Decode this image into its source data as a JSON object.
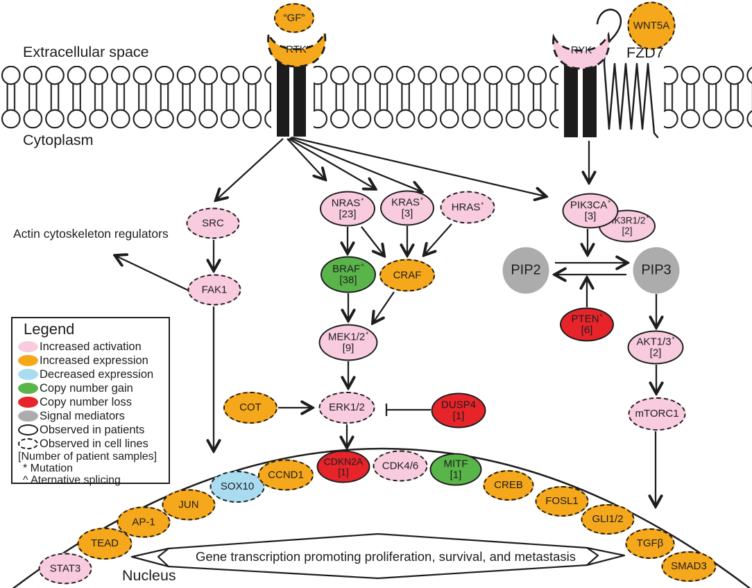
{
  "labels": {
    "extracellular": "Extracellular space",
    "cytoplasm": "Cytoplasm",
    "nucleus": "Nucleus",
    "actin": "Actin cytoskeleton regulators",
    "banner": "Gene transcription promoting proliferation, survival, and metastasis"
  },
  "receptors": {
    "gf": {
      "label": "“GF”",
      "status": "increased-expression",
      "evidence": "cell-lines"
    },
    "rtk": {
      "label": "“RTK”",
      "status": "increased-expression",
      "evidence": "cell-lines"
    },
    "wnt5a": {
      "label": "WNT5A",
      "status": "increased-expression",
      "evidence": "cell-lines"
    },
    "ryk": {
      "label": "RYK",
      "status": "increased-activation",
      "evidence": "cell-lines"
    },
    "fzd7": {
      "label": "FZD7"
    }
  },
  "nodes": {
    "src": {
      "label": "SRC",
      "status": "increased-activation",
      "evidence": "cell-lines"
    },
    "fak1": {
      "label": "FAK1",
      "status": "increased-activation",
      "evidence": "cell-lines"
    },
    "nras": {
      "label": "NRAS",
      "sup": "*",
      "sub": "[23]",
      "status": "increased-activation",
      "evidence": "patients"
    },
    "kras": {
      "label": "KRAS",
      "sup": "*",
      "sub": "[3]",
      "status": "increased-activation",
      "evidence": "patients"
    },
    "hras": {
      "label": "HRAS",
      "sup": "*",
      "status": "increased-activation",
      "evidence": "cell-lines"
    },
    "braf": {
      "label": "BRAF",
      "sup": "^",
      "sub": "[38]",
      "status": "copy-number-gain",
      "evidence": "patients"
    },
    "craf": {
      "label": "CRAF",
      "status": "increased-expression",
      "evidence": "cell-lines"
    },
    "mek12": {
      "label": "MEK1/2",
      "sup": "*",
      "sub": "[9]",
      "status": "increased-activation",
      "evidence": "patients"
    },
    "erk12": {
      "label": "ERK1/2",
      "status": "increased-activation",
      "evidence": "cell-lines"
    },
    "cot": {
      "label": "COT",
      "status": "increased-expression",
      "evidence": "cell-lines"
    },
    "dusp4": {
      "label": "DUSP4",
      "sub": "[1]",
      "status": "copy-number-loss",
      "evidence": "patients"
    },
    "pik3r12": {
      "label": "PIK3R1/2",
      "sup": "*",
      "sub": "[2]",
      "status": "increased-activation",
      "evidence": "patients"
    },
    "pik3ca": {
      "label": "PIK3CA",
      "sup": "*",
      "sub": "[3]",
      "status": "increased-activation",
      "evidence": "patients"
    },
    "pip2": {
      "label": "PIP2",
      "status": "signal-mediator"
    },
    "pip3": {
      "label": "PIP3",
      "status": "signal-mediator"
    },
    "pten": {
      "label": "PTEN",
      "sup": "*",
      "sub": "[6]",
      "status": "copy-number-loss",
      "evidence": "patients"
    },
    "akt13": {
      "label": "AKT1/3",
      "sup": "*",
      "sub": "[2]",
      "status": "increased-activation",
      "evidence": "patients"
    },
    "mtorc1": {
      "label": "mTORC1",
      "status": "increased-activation",
      "evidence": "cell-lines"
    },
    "stat3": {
      "label": "STAT3",
      "status": "increased-activation",
      "evidence": "cell-lines"
    },
    "tead": {
      "label": "TEAD",
      "status": "increased-expression",
      "evidence": "cell-lines"
    },
    "ap1": {
      "label": "AP-1",
      "status": "increased-expression",
      "evidence": "cell-lines"
    },
    "jun": {
      "label": "JUN",
      "status": "increased-expression",
      "evidence": "cell-lines"
    },
    "sox10": {
      "label": "SOX10",
      "status": "decreased-expression",
      "evidence": "cell-lines"
    },
    "ccnd1": {
      "label": "CCND1",
      "status": "increased-expression",
      "evidence": "cell-lines"
    },
    "cdkn2a": {
      "label": "CDKN2A",
      "sub": "[1]",
      "status": "copy-number-loss",
      "evidence": "patients"
    },
    "cdk46": {
      "label": "CDK4/6",
      "status": "increased-activation",
      "evidence": "cell-lines"
    },
    "mitf": {
      "label": "MITF",
      "sub": "[1]",
      "status": "copy-number-gain",
      "evidence": "patients"
    },
    "creb": {
      "label": "CREB",
      "status": "increased-expression",
      "evidence": "cell-lines"
    },
    "fosl1": {
      "label": "FOSL1",
      "status": "increased-expression",
      "evidence": "cell-lines"
    },
    "gli12": {
      "label": "GLI1/2",
      "status": "increased-expression",
      "evidence": "cell-lines"
    },
    "tgfb": {
      "label": "TGFβ",
      "status": "increased-expression",
      "evidence": "cell-lines"
    },
    "smad3": {
      "label": "SMAD3",
      "status": "increased-expression",
      "evidence": "cell-lines"
    }
  },
  "legend": {
    "title": "Legend",
    "items": [
      {
        "swatch": "pink",
        "color": "#F8CBDF",
        "label": "Increased activation"
      },
      {
        "swatch": "orange",
        "color": "#F6A81C",
        "label": "Increased expression"
      },
      {
        "swatch": "blue",
        "color": "#A9DCF1",
        "label": "Decreased expression"
      },
      {
        "swatch": "green",
        "color": "#59B54A",
        "label": "Copy number gain"
      },
      {
        "swatch": "red",
        "color": "#E6242A",
        "label": "Copy number loss"
      },
      {
        "swatch": "grey",
        "color": "#ACACAC",
        "label": "Signal mediators"
      },
      {
        "swatch": "outline-solid",
        "color": "#FFFFFF",
        "label": "Observed in patients"
      },
      {
        "swatch": "outline-dashed",
        "color": "#FFFFFF",
        "label": "Observed in cell lines"
      }
    ],
    "notes": [
      "[Number of patient samples]",
      "* Mutation",
      "^ Aternative splicing"
    ]
  },
  "colors": {
    "ink": "#1d1d1d",
    "pink": "#F8CBDF",
    "orange": "#F6A81C",
    "blue": "#A9DCF1",
    "green": "#59B54A",
    "red": "#E6242A",
    "grey": "#ACACAC"
  }
}
